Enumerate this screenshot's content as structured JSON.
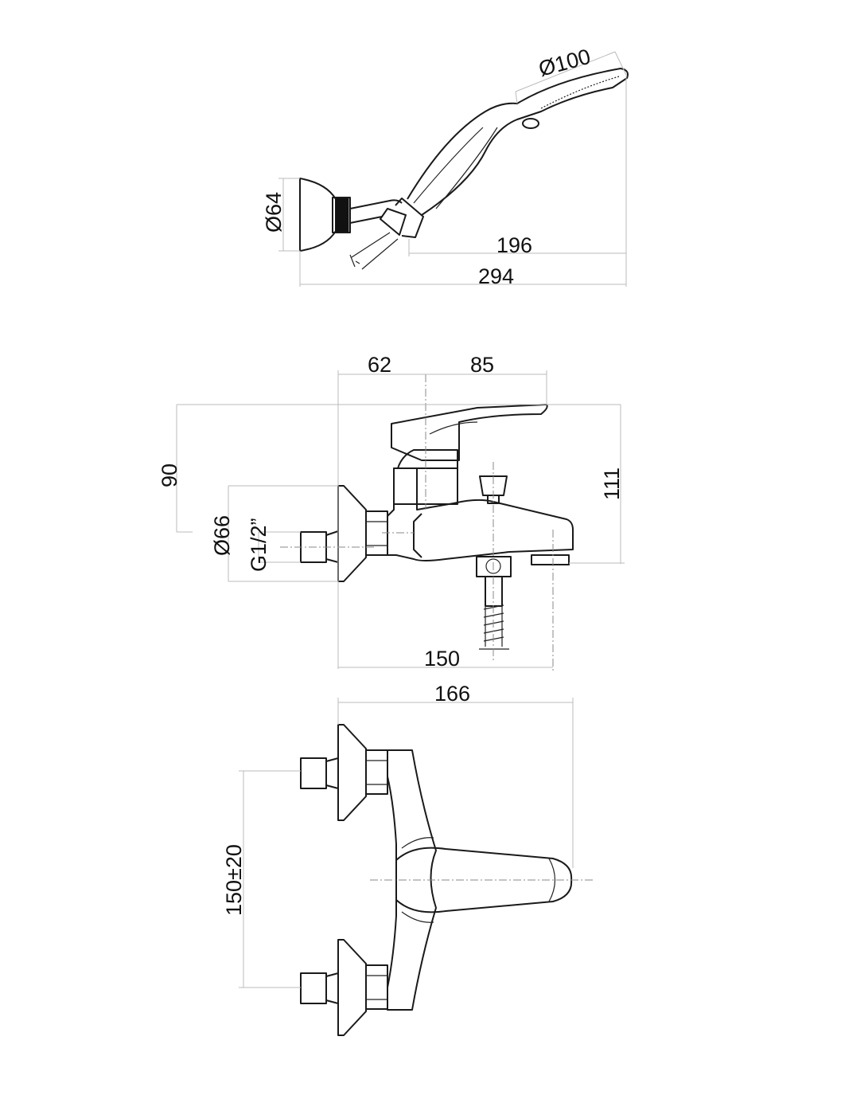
{
  "handshower_view": {
    "head_diameter": "Ø100",
    "wall_support_diameter": "Ø64",
    "support_to_head_length": "196",
    "overall_length": "294"
  },
  "side_view": {
    "depth_to_axis": "62",
    "axis_to_lever": "85",
    "height_above_inlet": "90",
    "overall_height": "111",
    "flange_diameter": "Ø66",
    "thread": "G1/2”",
    "spout_projection": "150"
  },
  "top_view": {
    "overall_depth": "166",
    "inlet_centers": "150±20"
  }
}
